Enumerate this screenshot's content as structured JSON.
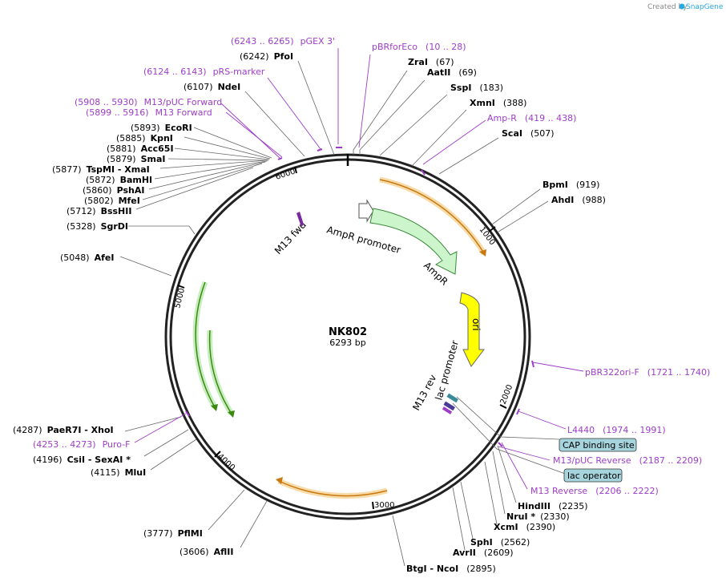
{
  "plasmid": {
    "name": "NK802",
    "length": "6293 bp"
  },
  "credit": {
    "prefix": "Created by",
    "brand": "SnapGene"
  },
  "ticks": [
    "1000",
    "2000",
    "3000",
    "4000",
    "5000",
    "6000"
  ],
  "enzymes": [
    {
      "name": "ZraI",
      "pos": "(67)"
    },
    {
      "name": "AatII",
      "pos": "(69)"
    },
    {
      "name": "SspI",
      "pos": "(183)"
    },
    {
      "name": "XmnI",
      "pos": "(388)"
    },
    {
      "name": "ScaI",
      "pos": "(507)"
    },
    {
      "name": "BpmI",
      "pos": "(919)"
    },
    {
      "name": "AhdI",
      "pos": "(988)"
    },
    {
      "name": "HindIII",
      "pos": "(2235)"
    },
    {
      "name": "NruI *",
      "pos": "(2330)"
    },
    {
      "name": "XcmI",
      "pos": "(2390)"
    },
    {
      "name": "SphI",
      "pos": "(2562)"
    },
    {
      "name": "AvrII",
      "pos": "(2609)"
    },
    {
      "name": "BtgI - NcoI",
      "pos": "(2895)"
    },
    {
      "name": "AflII",
      "pos": "(3606)"
    },
    {
      "name": "PflMI",
      "pos": "(3777)"
    },
    {
      "name": "MluI",
      "pos": "(4115)"
    },
    {
      "name": "CsiI - SexAI *",
      "pos": "(4196)"
    },
    {
      "name": "PaeR7I - XhoI",
      "pos": "(4287)"
    },
    {
      "name": "AfeI",
      "pos": "(5048)"
    },
    {
      "name": "SgrDI",
      "pos": "(5328)"
    },
    {
      "name": "BssHII",
      "pos": "(5712)"
    },
    {
      "name": "MfeI",
      "pos": "(5802)"
    },
    {
      "name": "PshAI",
      "pos": "(5860)"
    },
    {
      "name": "BamHI",
      "pos": "(5872)"
    },
    {
      "name": "TspMI - XmaI",
      "pos": "(5877)"
    },
    {
      "name": "SmaI",
      "pos": "(5879)"
    },
    {
      "name": "Acc65I",
      "pos": "(5881)"
    },
    {
      "name": "KpnI",
      "pos": "(5885)"
    },
    {
      "name": "EcoRI",
      "pos": "(5893)"
    },
    {
      "name": "NdeI",
      "pos": "(6107)"
    },
    {
      "name": "PfoI",
      "pos": "(6242)"
    }
  ],
  "primers": [
    {
      "name": "pBRforEco",
      "range": "(10 .. 28)"
    },
    {
      "name": "Amp-R",
      "range": "(419 .. 438)"
    },
    {
      "name": "pBR322ori-F",
      "range": "(1721 .. 1740)"
    },
    {
      "name": "L4440",
      "range": "(1974 .. 1991)"
    },
    {
      "name": "M13/pUC Reverse",
      "range": "(2187 .. 2209)"
    },
    {
      "name": "M13 Reverse",
      "range": "(2206 .. 2222)"
    },
    {
      "name": "Puro-F",
      "range": "(4253 .. 4273)"
    },
    {
      "name": "M13 Forward",
      "range": "(5899 .. 5916)"
    },
    {
      "name": "M13/pUC Forward",
      "range": "(5908 .. 5930)"
    },
    {
      "name": "pRS-marker",
      "range": "(6124 .. 6143)"
    },
    {
      "name": "pGEX 3'",
      "range": "(6243 .. 6265)"
    }
  ],
  "boxed_features": [
    "CAP binding site",
    "lac operator"
  ],
  "features": {
    "ampr_promoter": "AmpR promoter",
    "ampr": "AmpR",
    "ori": "ori",
    "lac_promoter": "lac promoter",
    "m13_rev": "M13 rev",
    "m13_fwd": "M13 fwd"
  },
  "colors": {
    "primer": "#9e3dc9",
    "ampr_fill": "#ccf5cc",
    "ori_fill": "#ffff00",
    "orf_stroke": "#f0a830",
    "green_orf": "#3a8a10",
    "box_fill": "#a6d4dc"
  }
}
